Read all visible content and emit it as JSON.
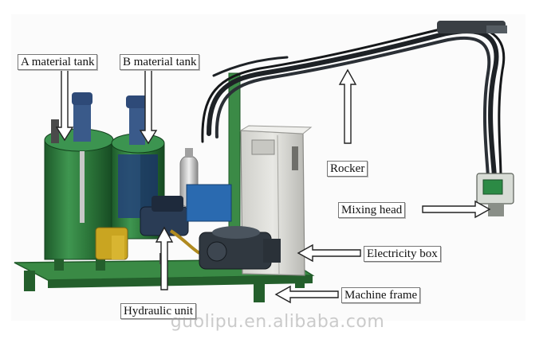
{
  "labels": {
    "a_tank": "A material tank",
    "b_tank": "B material tank",
    "rocker": "Rocker",
    "mixing_head": "Mixing head",
    "electricity_box": "Electricity box",
    "machine_frame": "Machine frame",
    "hydraulic_unit": "Hydraulic unit"
  },
  "watermark": "guolipu.en.alibaba.com",
  "colors": {
    "frame": "#2f7d3a",
    "tank": "#2e7a3c",
    "cabinet": "#d9d9d4",
    "hose": "#1e2226",
    "motor": "#303840"
  }
}
